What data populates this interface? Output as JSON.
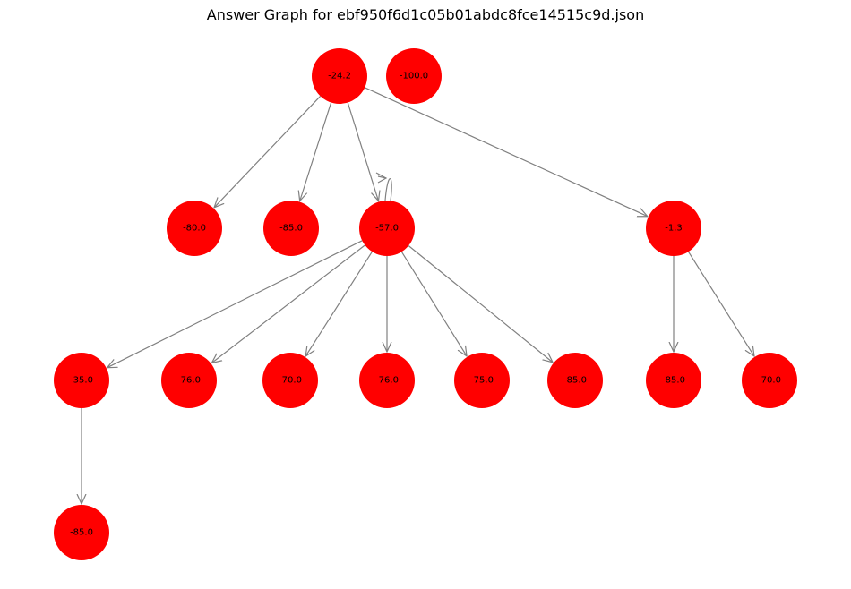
{
  "title": "Answer Graph for ebf950f6d1c05b01abdc8fce14515c9d.json",
  "colors": {
    "node": "#ff0000",
    "edge": "#808080"
  },
  "nodes": [
    {
      "id": "n1",
      "label": "-24.2"
    },
    {
      "id": "n2",
      "label": "-100.0"
    },
    {
      "id": "n3",
      "label": "-80.0"
    },
    {
      "id": "n4",
      "label": "-85.0"
    },
    {
      "id": "n5",
      "label": "-57.0"
    },
    {
      "id": "n6",
      "label": "-1.3"
    },
    {
      "id": "n7",
      "label": "-35.0"
    },
    {
      "id": "n8",
      "label": "-76.0"
    },
    {
      "id": "n9",
      "label": "-70.0"
    },
    {
      "id": "n10",
      "label": "-76.0"
    },
    {
      "id": "n11",
      "label": "-75.0"
    },
    {
      "id": "n12",
      "label": "-85.0"
    },
    {
      "id": "n13",
      "label": "-85.0"
    },
    {
      "id": "n14",
      "label": "-70.0"
    },
    {
      "id": "n15",
      "label": "-85.0"
    }
  ],
  "edges": [
    [
      "n1",
      "n3"
    ],
    [
      "n1",
      "n4"
    ],
    [
      "n1",
      "n5"
    ],
    [
      "n1",
      "n6"
    ],
    [
      "n5",
      "n5"
    ],
    [
      "n5",
      "n7"
    ],
    [
      "n5",
      "n8"
    ],
    [
      "n5",
      "n9"
    ],
    [
      "n5",
      "n10"
    ],
    [
      "n5",
      "n11"
    ],
    [
      "n5",
      "n12"
    ],
    [
      "n6",
      "n13"
    ],
    [
      "n6",
      "n14"
    ],
    [
      "n7",
      "n15"
    ]
  ]
}
